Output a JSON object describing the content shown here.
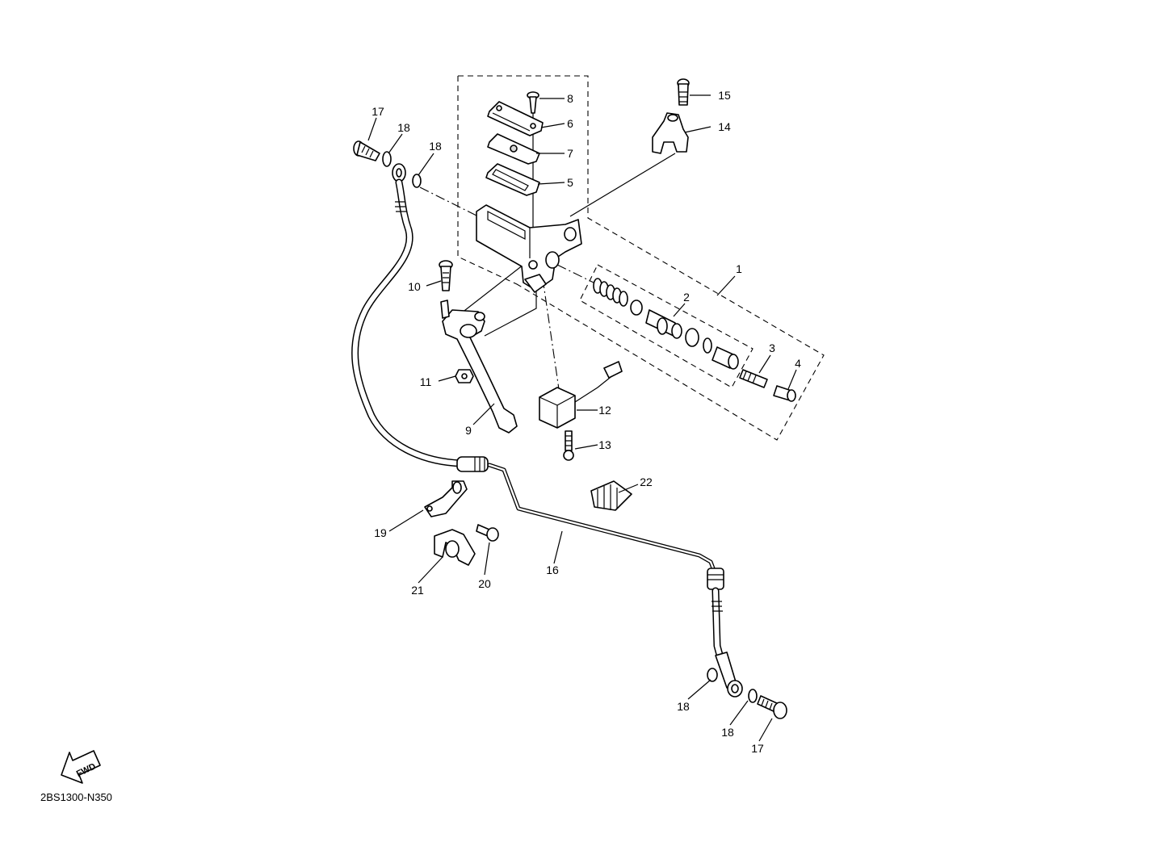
{
  "callouts": [
    "17",
    "18",
    "18",
    "8",
    "6",
    "7",
    "5",
    "15",
    "14",
    "1",
    "2",
    "10",
    "3",
    "4",
    "11",
    "12",
    "9",
    "13",
    "22",
    "19",
    "16",
    "20",
    "21",
    "18",
    "18",
    "17"
  ],
  "fwd_label": "FWD",
  "footer": {
    "code": "2BS1300-N350"
  }
}
